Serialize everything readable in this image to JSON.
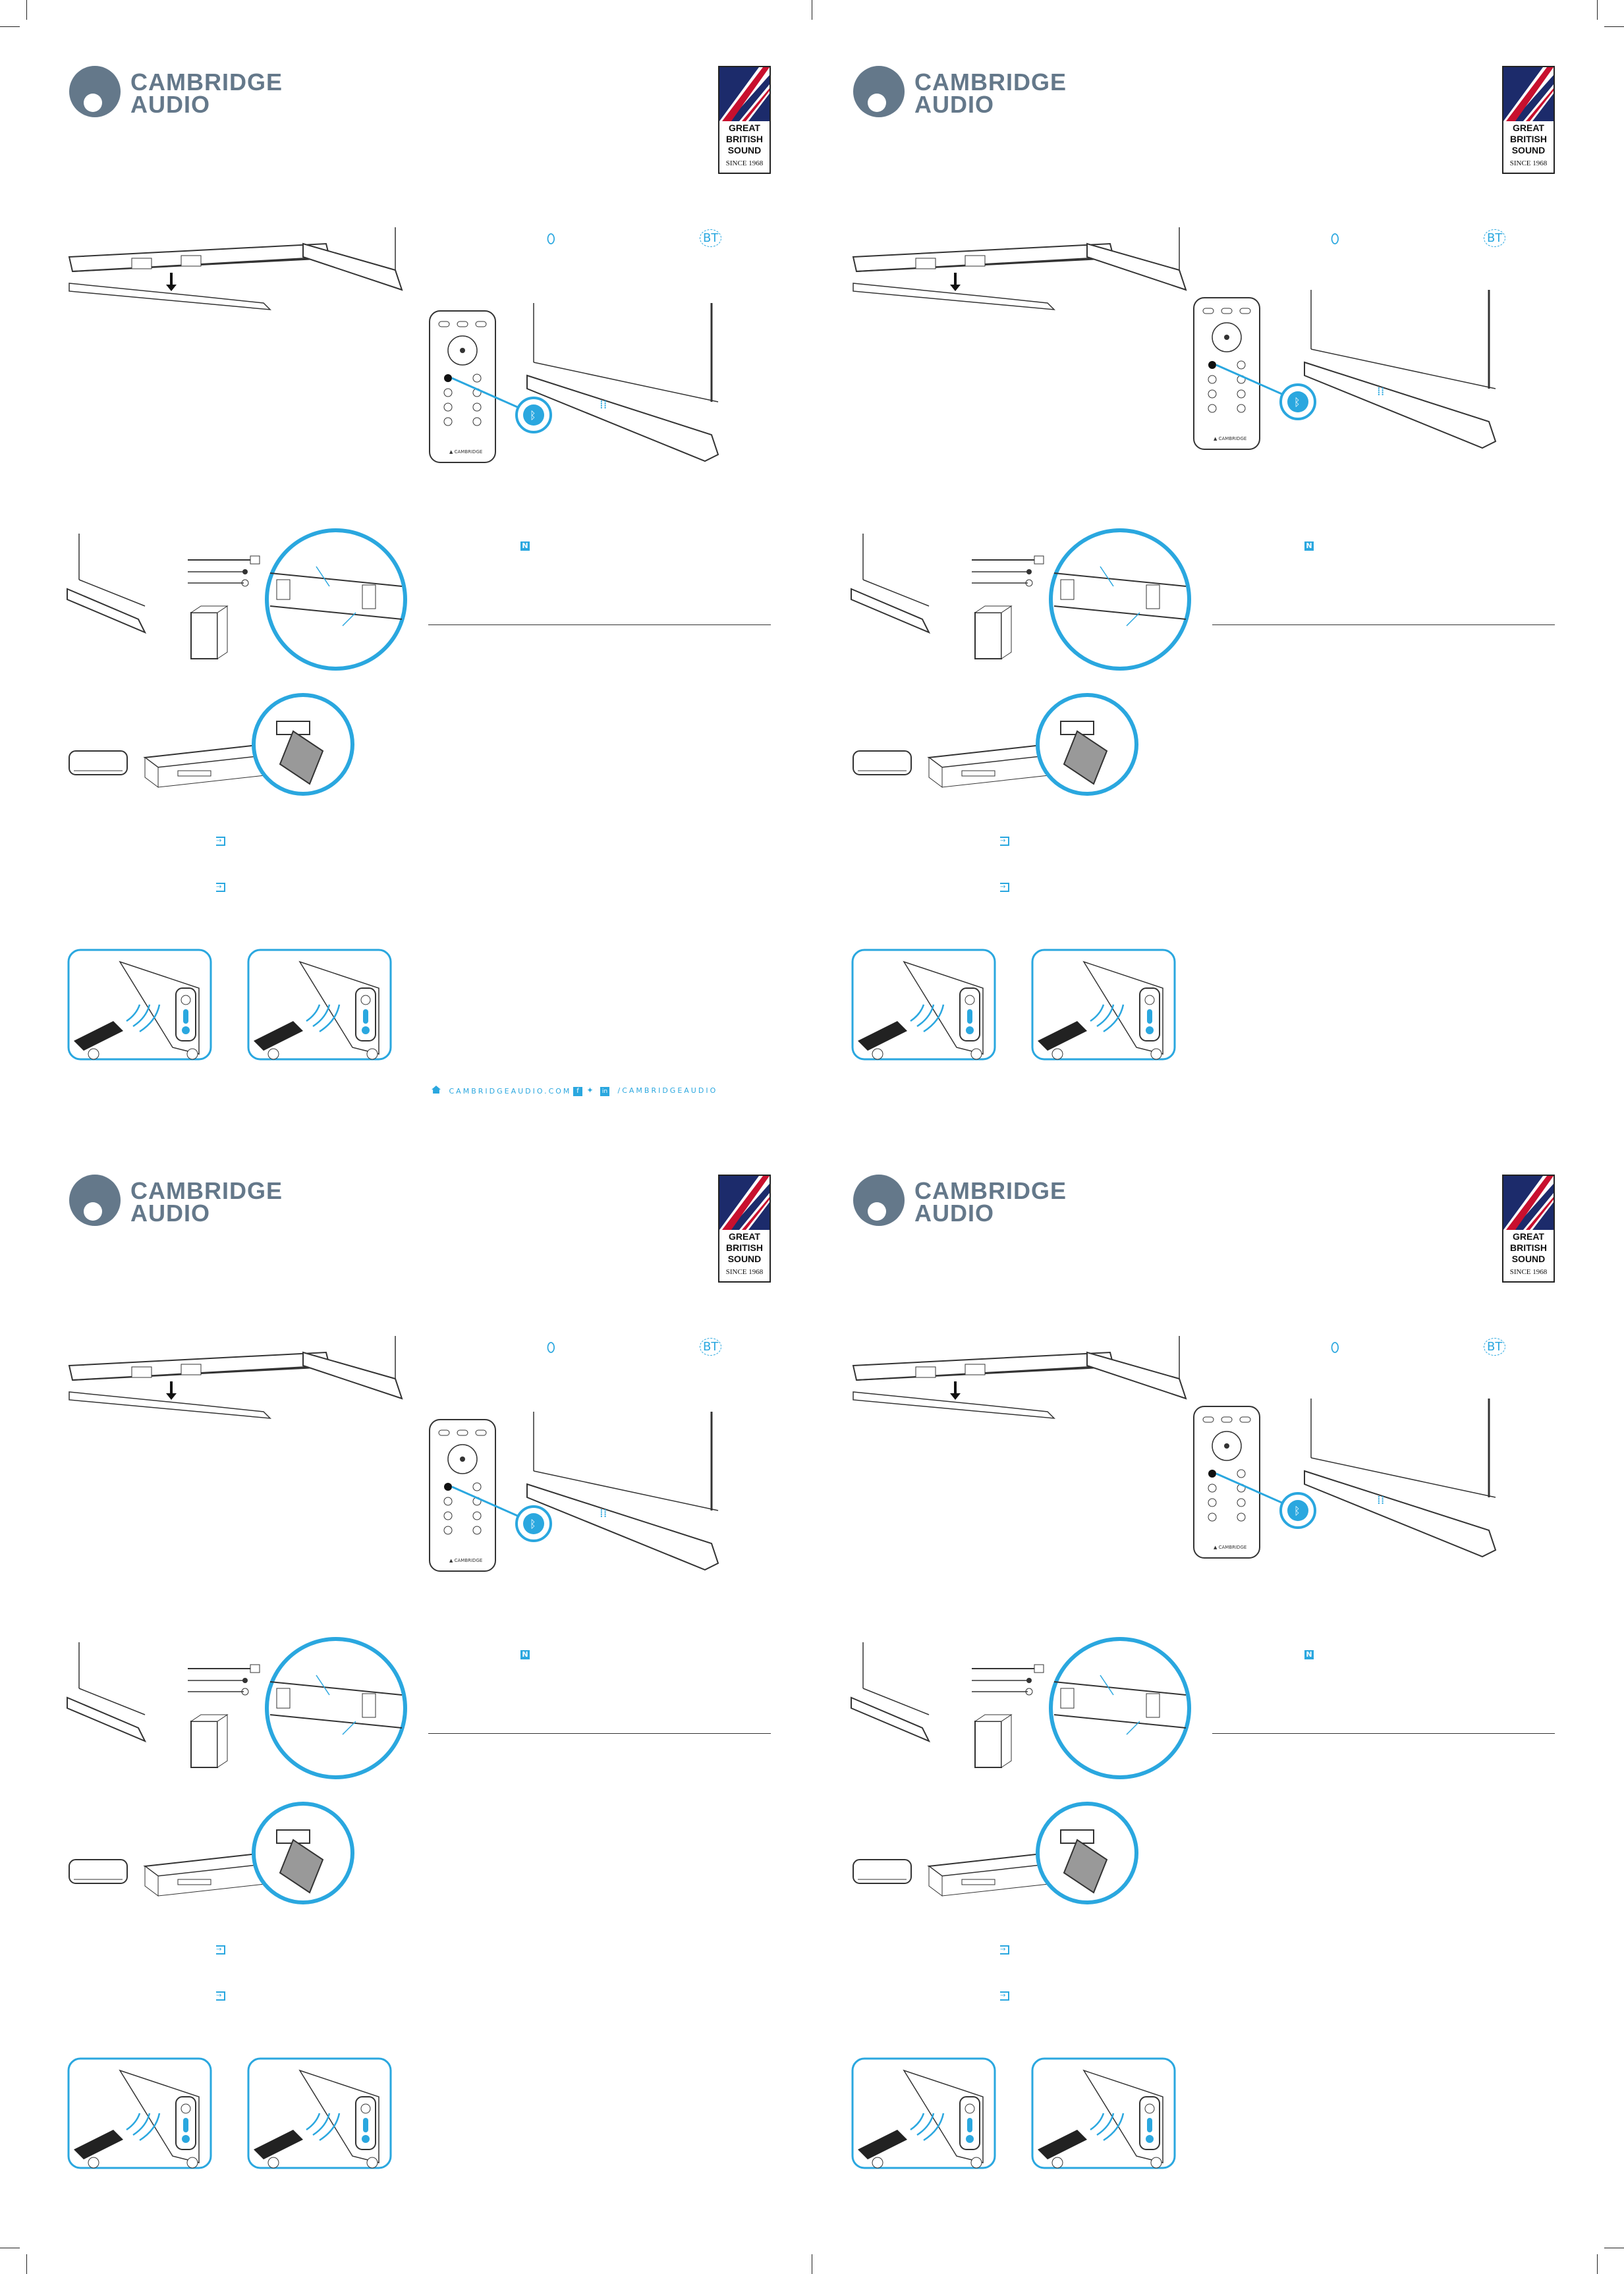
{
  "brand": {
    "line1": "CAMBRIDGE",
    "line2": "AUDIO",
    "flag_lines": [
      "GREAT",
      "BRITISH",
      "SOUND"
    ],
    "flag_since": "SINCE 1968",
    "remote_brand": "CAMBRIDGE"
  },
  "footer": {
    "site": "CAMBRIDGEAUDIO.COM",
    "social": "/CAMBRIDGEAUDIO"
  },
  "panels": [
    "top-left",
    "top-right",
    "bottom-left",
    "bottom-right"
  ],
  "colors": {
    "accent": "#2aa7df",
    "logo": "#64788a",
    "line": "#333333",
    "flag_red": "#c8102e",
    "flag_blue": "#1c2b6b"
  },
  "icons": [
    "house-icon",
    "facebook-icon",
    "twitter-icon",
    "linkedin-icon",
    "bluetooth-icon",
    "nfc-icon",
    "input-icon",
    "bt-display-icon"
  ]
}
